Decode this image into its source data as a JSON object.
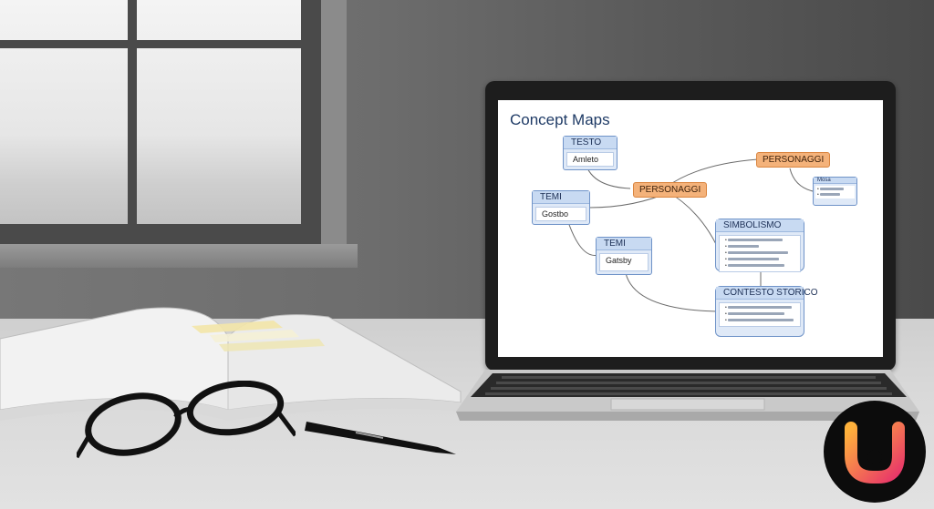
{
  "concept_map": {
    "title": "Concept Maps",
    "nodes": {
      "testo": {
        "head": "TESTO",
        "body": "Amleto"
      },
      "temi_left": {
        "head": "TEMI",
        "body": "Gostbo"
      },
      "temi_center": {
        "head": "TEMI",
        "body": "Gatsby"
      },
      "personaggi_center": {
        "label": "PERSONAGGI"
      },
      "personaggi_right": {
        "label": "PERSONAGGI"
      },
      "small_right": {
        "head": "Mosa"
      },
      "simbolismo": {
        "head": "SIMBOLISMO"
      },
      "contesto_storico": {
        "head": "CONTESTO STORICO"
      }
    }
  },
  "colors": {
    "node_blue": "#dfe9f7",
    "node_border": "#6f93c8",
    "node_orange": "#f4b27a",
    "title_blue": "#1f3b66",
    "logo_gradient_start": "#ffb13b",
    "logo_gradient_end": "#e8346a"
  },
  "icons": {
    "brand_logo": "u-letter-logo-icon"
  }
}
